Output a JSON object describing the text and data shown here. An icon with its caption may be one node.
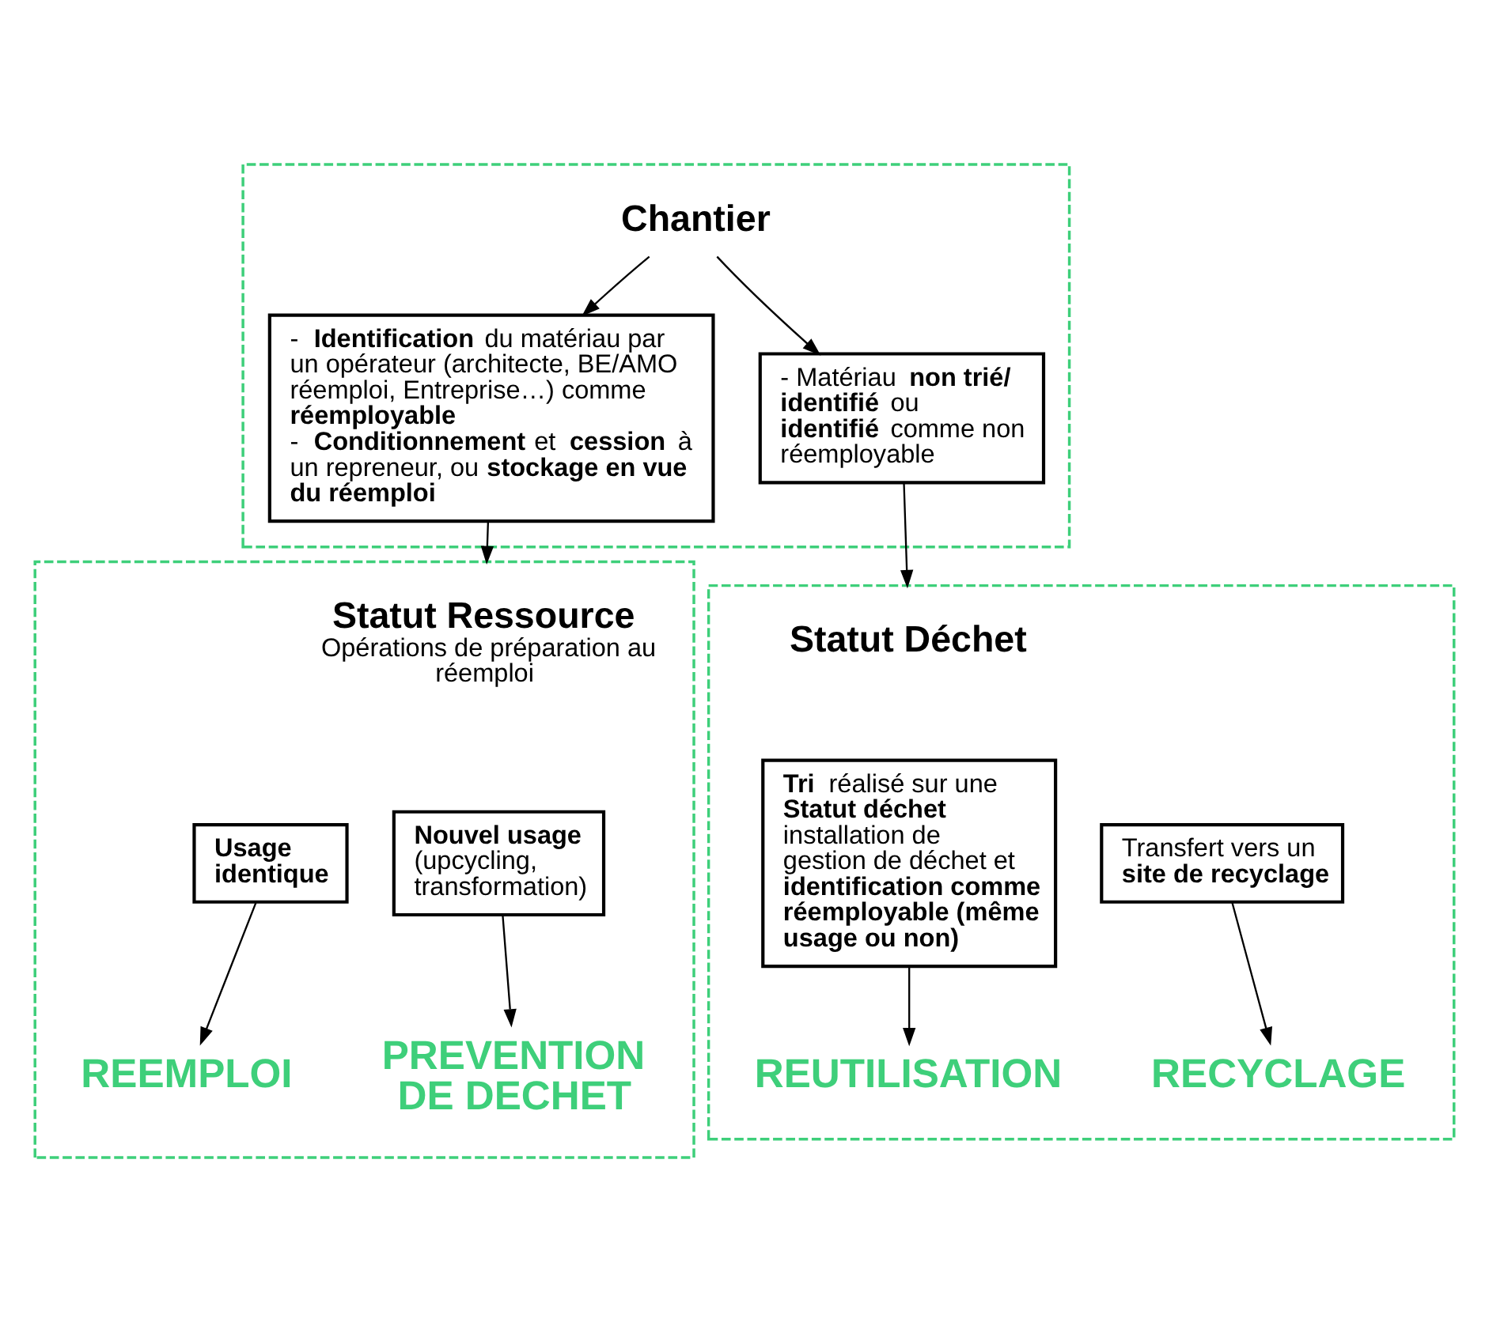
{
  "diagram": {
    "nodes": [
      {
        "text": [
          "Chantier"
        ]
      },
      {
        "text": [
          "- **Identification** du matériau par un opérateur (architecte, BE/AMO réemploi, Entreprise…) comme **réemployable**",
          "- **Conditionnement** et **cession** à un repreneur, ou **stockage en vue du réemploi**"
        ],
        "in": 0
      },
      {
        "text": [
          "- Matériau **non trié/ identifié** ou **identifié** comme non réemployable"
        ],
        "in": 0
      },
      {
        "text": [
          "Statut Ressource",
          "Opérations de préparation au réemploi"
        ]
      },
      {
        "text": [
          "Usage identique"
        ],
        "in": 3
      },
      {
        "text": [
          "**Nouvel usage**",
          "(upcycling, transformation)"
        ],
        "in": 3
      },
      {
        "text": [
          "REEMPLOI"
        ],
        "in": 3
      },
      {
        "text": [
          "PREVENTION DE DECHET"
        ],
        "in": 3
      },
      {
        "text": [
          "Statut Déchet"
        ]
      },
      {
        "text": [
          "**Tri** réalisé sur une **Statut déchet** installation de gestion de déchet et **identification comme réemployable (même usage ou non)**"
        ],
        "in": 8
      },
      {
        "text": [
          "Transfert vers un **site de recyclage**"
        ],
        "in": 8
      },
      {
        "text": [
          "REUTILISATION"
        ],
        "in": 8
      },
      {
        "text": [
          "RECYCLAGE"
        ],
        "in": 8
      }
    ],
    "edges": [
      {
        "from": 0,
        "to": 1,
        "arrow": "to"
      },
      {
        "from": 0,
        "to": 2,
        "arrow": "to"
      },
      {
        "from": 1,
        "to": 3,
        "arrow": "to"
      },
      {
        "from": 2,
        "to": 8,
        "arrow": "to"
      },
      {
        "from": 4,
        "to": 6,
        "arrow": "to"
      },
      {
        "from": 5,
        "to": 7,
        "arrow": "to"
      },
      {
        "from": 9,
        "to": 11,
        "arrow": "to"
      },
      {
        "from": 10,
        "to": 12,
        "arrow": "to"
      }
    ]
  }
}
